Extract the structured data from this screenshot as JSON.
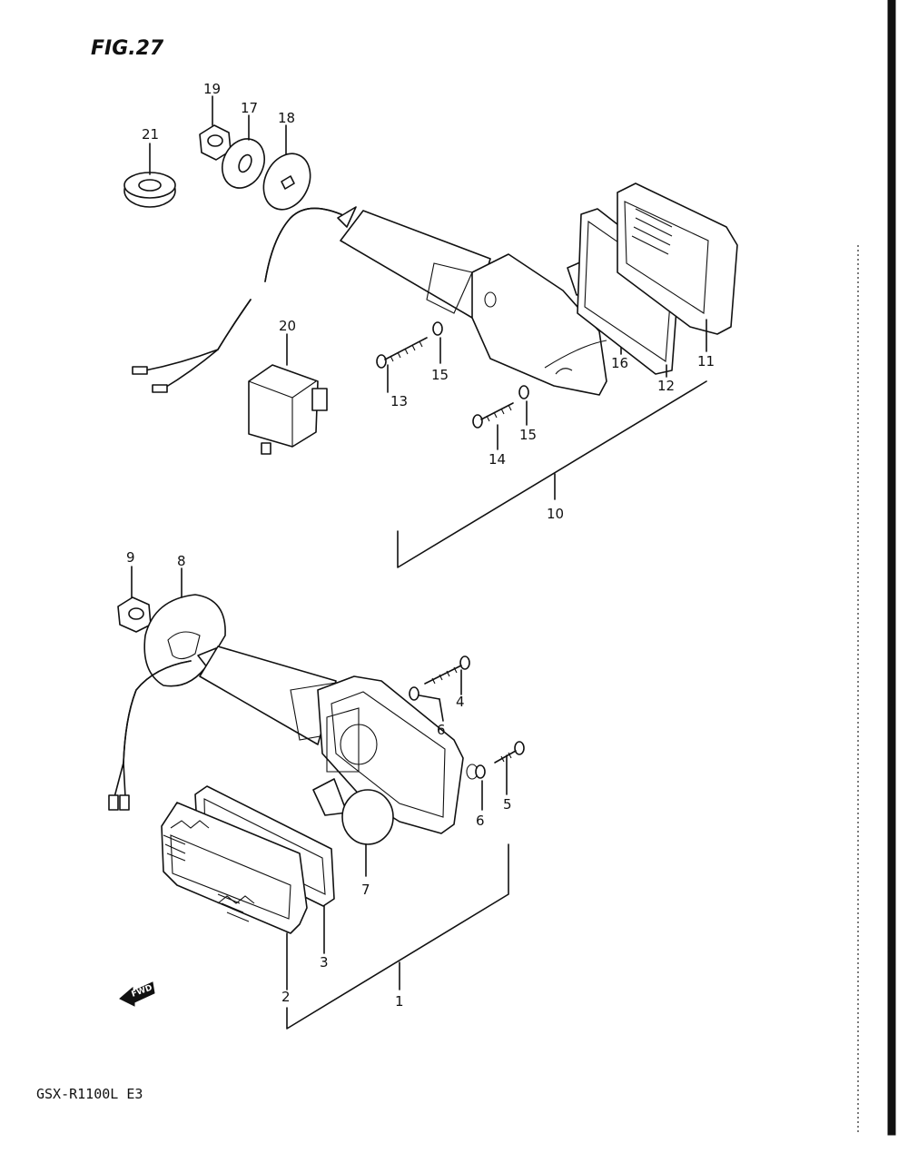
{
  "figure_title": "FIG.27",
  "model_code": "GSX-R1100L E3",
  "fwd_label": "FWD",
  "callouts": {
    "c1": "1",
    "c2": "2",
    "c3": "3",
    "c4": "4",
    "c5": "5",
    "c6a": "6",
    "c6b": "6",
    "c7": "7",
    "c8": "8",
    "c9": "9",
    "c10": "10",
    "c11": "11",
    "c12": "12",
    "c13": "13",
    "c14": "14",
    "c15a": "15",
    "c15b": "15",
    "c16": "16",
    "c17": "17",
    "c18": "18",
    "c19": "19",
    "c20": "20",
    "c21": "21"
  }
}
